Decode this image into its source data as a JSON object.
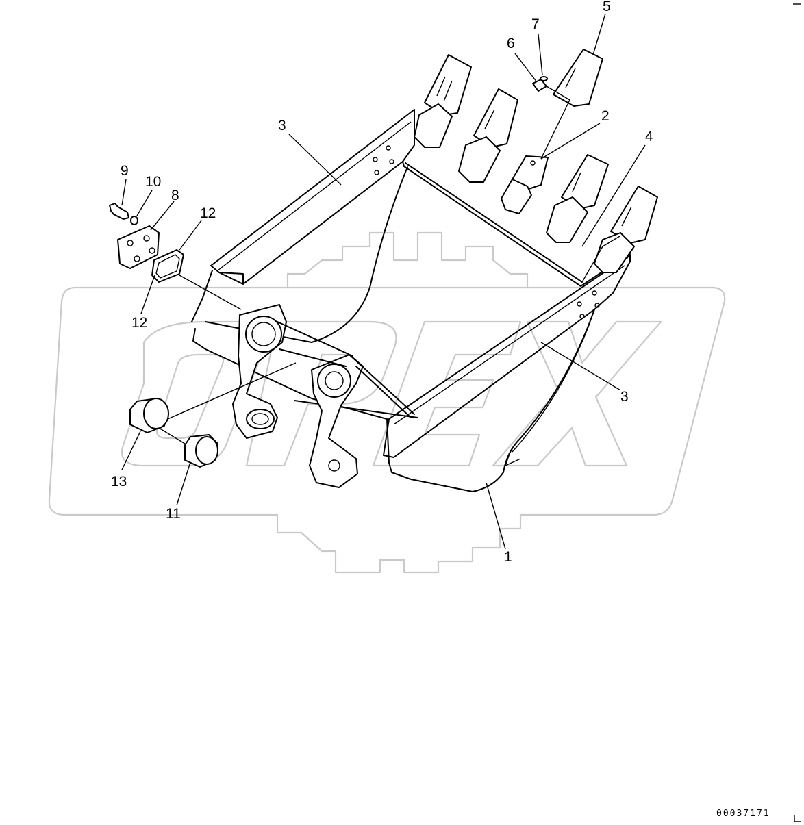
{
  "diagram": {
    "callouts": [
      {
        "id": "c1",
        "label": "1"
      },
      {
        "id": "c2",
        "label": "2"
      },
      {
        "id": "c3a",
        "label": "3"
      },
      {
        "id": "c3b",
        "label": "3"
      },
      {
        "id": "c4",
        "label": "4"
      },
      {
        "id": "c5",
        "label": "5"
      },
      {
        "id": "c6",
        "label": "6"
      },
      {
        "id": "c7",
        "label": "7"
      },
      {
        "id": "c8",
        "label": "8"
      },
      {
        "id": "c9",
        "label": "9"
      },
      {
        "id": "c10",
        "label": "10"
      },
      {
        "id": "c11",
        "label": "11"
      },
      {
        "id": "c12a",
        "label": "12"
      },
      {
        "id": "c12b",
        "label": "12"
      },
      {
        "id": "c13",
        "label": "13"
      }
    ],
    "drawing_number": "00037171",
    "watermark": {
      "text": "OPEX",
      "color": "#c9c9c9"
    }
  }
}
